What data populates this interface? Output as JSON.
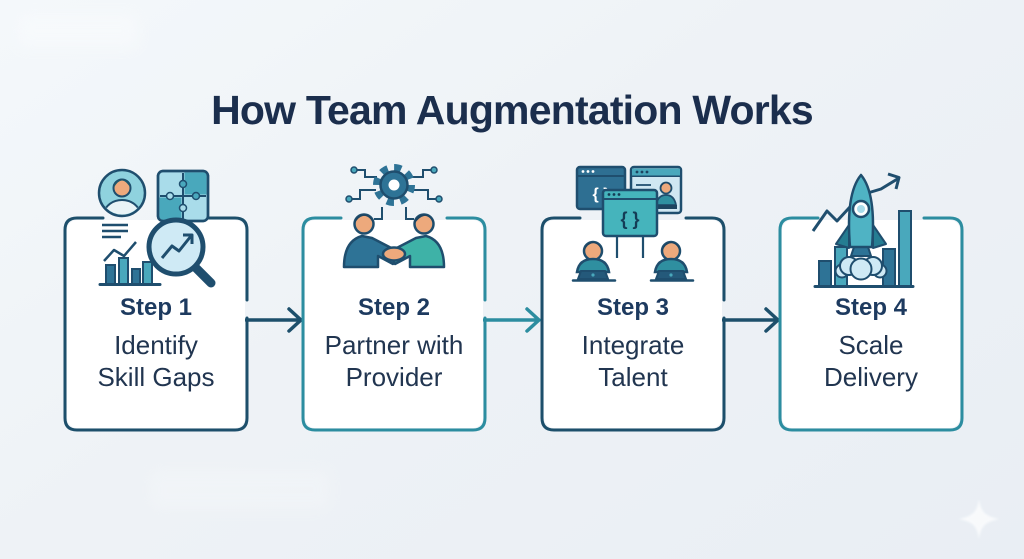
{
  "title": "How Team Augmentation Works",
  "colors": {
    "background": "#eef2f6",
    "card_background": "#ffffff",
    "navy_accent": "#1d4f6b",
    "teal_accent": "#2c8da0",
    "title_text": "#1b2e4d",
    "step_label_text": "#1d3a5f",
    "step_body_text": "#213550"
  },
  "steps": [
    {
      "label": "Step 1",
      "lines": [
        "Identify",
        "Skill Gaps"
      ],
      "icon": "skill-gap-analysis-icon",
      "accent": "navy",
      "has_arrow_to_next": true
    },
    {
      "label": "Step 2",
      "lines": [
        "Partner with",
        "Provider"
      ],
      "icon": "partnership-handshake-icon",
      "accent": "teal",
      "has_arrow_to_next": true
    },
    {
      "label": "Step 3",
      "lines": [
        "Integrate",
        "Talent"
      ],
      "icon": "developer-team-integration-icon",
      "accent": "navy",
      "has_arrow_to_next": true
    },
    {
      "label": "Step 4",
      "lines": [
        "Scale",
        "Delivery"
      ],
      "icon": "rocket-growth-chart-icon",
      "accent": "teal",
      "has_arrow_to_next": false
    }
  ],
  "decor": {
    "sparkle": "sparkle-icon"
  }
}
